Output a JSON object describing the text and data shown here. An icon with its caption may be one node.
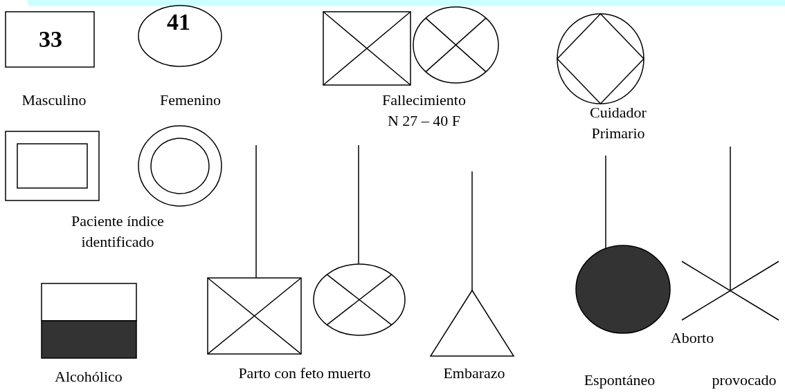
{
  "diagram": {
    "nodes": [
      {
        "text": [
          "33",
          "Masculino"
        ]
      },
      {
        "text": [
          "41",
          "Femenino"
        ]
      },
      {
        "text": [],
        "shape": "box"
      },
      {
        "text": [],
        "shape": "circle"
      },
      {
        "text": [
          "Cuidador Primario"
        ]
      },
      {
        "text": [],
        "shape": "box"
      },
      {
        "text": [],
        "shape": "circle"
      },
      {
        "text": [
          "Alcohólico"
        ]
      },
      {
        "text": [],
        "shape": "box"
      },
      {
        "text": [],
        "shape": "circle"
      },
      {
        "text": [
          "Embarazo"
        ]
      },
      {
        "text": [
          "Espontáneo"
        ]
      },
      {
        "text": [
          "provocado"
        ]
      }
    ],
    "edges": [
      {
        "from": null,
        "to": 8,
        "arrow": "none"
      },
      {
        "from": null,
        "to": 9,
        "arrow": "none"
      },
      {
        "from": null,
        "to": 10,
        "arrow": "none"
      },
      {
        "from": null,
        "to": 11,
        "arrow": "none"
      },
      {
        "from": null,
        "to": 12,
        "arrow": "none"
      }
    ],
    "labels": [
      "Fallecimiento N 27 – 40 F",
      "Paciente índice identificado",
      "Parto con feto muerto",
      "Aborto"
    ]
  }
}
